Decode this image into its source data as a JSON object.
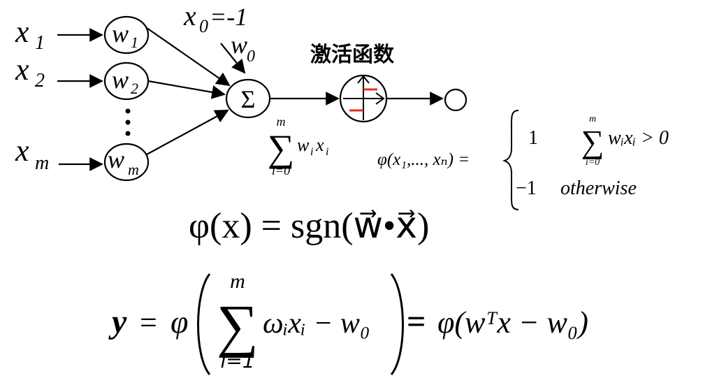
{
  "inputs": [
    {
      "x": "x",
      "sub": "1",
      "w": "w",
      "wsub": "1"
    },
    {
      "x": "x",
      "sub": "2",
      "w": "w",
      "wsub": "2"
    },
    {
      "x": "x",
      "sub": "m",
      "w": "w",
      "wsub": "m"
    }
  ],
  "bias": {
    "x": "x",
    "xsub": "0",
    "value": "=-1",
    "w": "w",
    "wsub": "0"
  },
  "sum_node": {
    "symbol": "Σ"
  },
  "sum_formula": {
    "top": "m",
    "sigma": "∑",
    "bottom": "i=0",
    "term": "w",
    "i1": "i",
    "x": "x",
    "i2": "i"
  },
  "activation": {
    "label": "激活函数"
  },
  "vdots": "⋮",
  "piecewise": {
    "lhs": "φ(x₁,..., xₙ) =",
    "case1_value": "1",
    "case1_top": "m",
    "case1_sigma": "∑",
    "case1_bottom": "i=0",
    "case1_cond": "wᵢxᵢ > 0",
    "case2_value": "−1",
    "case2_cond": "otherwise"
  },
  "sgn_formula": "φ(x) = sgn(w⃗•x⃗)",
  "output_formula": {
    "lhs": "y",
    "eq1": "=",
    "phi": "φ",
    "top": "m",
    "sigma": "∑",
    "bottom": "i=1",
    "inner": "ωᵢxᵢ − w₀",
    "eq2": "=",
    "rhs": "φ(wᵀx − w₀)"
  },
  "colors": {
    "ink": "#000000",
    "accent": "#e0301e"
  }
}
